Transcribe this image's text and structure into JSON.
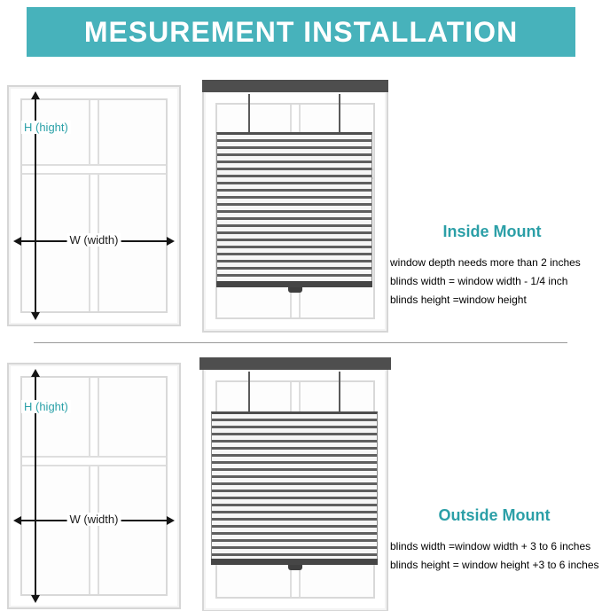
{
  "header": {
    "title": "MESUREMENT INSTALLATION",
    "banner_color": "#47b2bb"
  },
  "labels": {
    "height": "H (hight)",
    "width": "W (width)"
  },
  "sections": [
    {
      "heading": "Inside Mount",
      "lines": [
        "window depth needs more than 2 inches",
        "blinds width = window width - 1/4 inch",
        "blinds height =window height"
      ]
    },
    {
      "heading": "Outside Mount",
      "lines": [
        "blinds width =window width + 3 to 6 inches",
        "blinds height = window height +3 to 6 inches"
      ]
    }
  ],
  "colors": {
    "accent_teal": "#2b9fa7",
    "banner_teal": "#47b2bb",
    "blind_dark": "#4e4e4e",
    "frame_gray": "#d9d9d9"
  },
  "icons": {
    "vertical_arrow": "double-headed-vertical-arrow",
    "horizontal_arrow": "double-headed-horizontal-arrow"
  }
}
